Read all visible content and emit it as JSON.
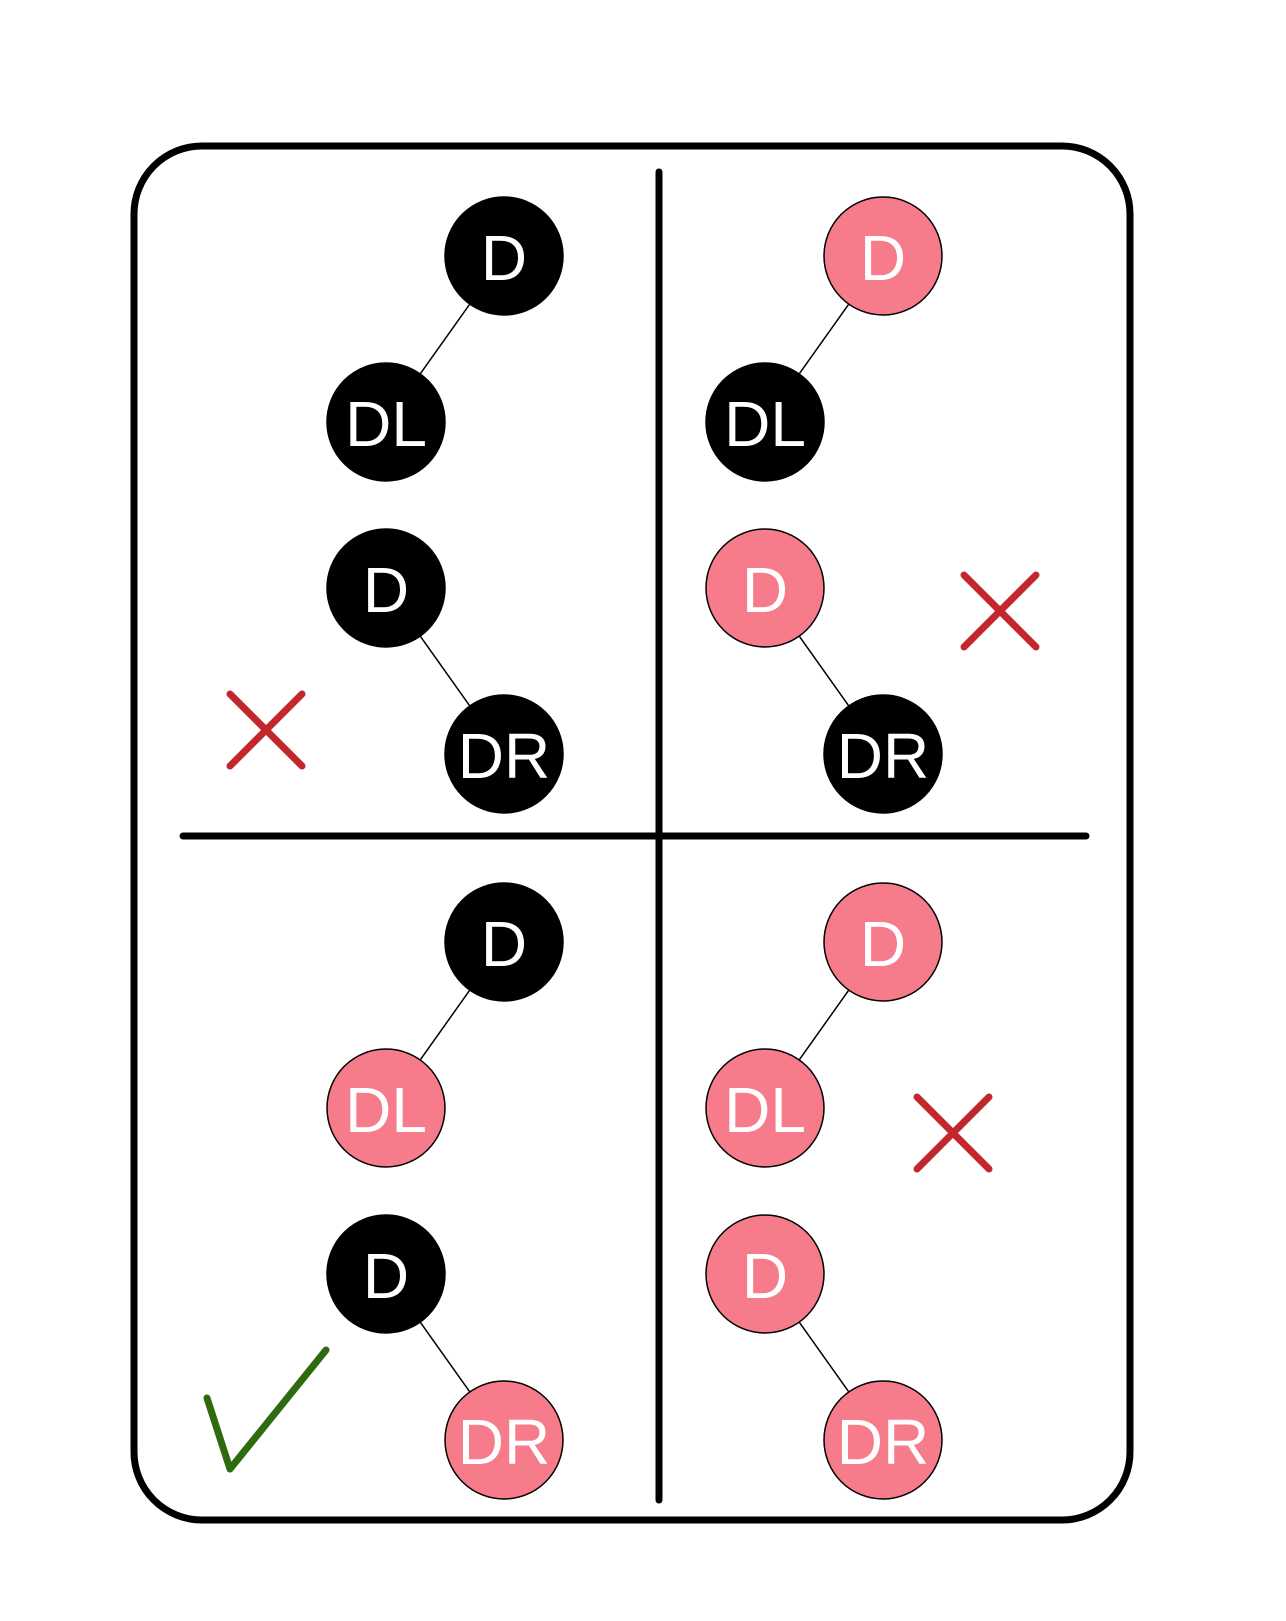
{
  "colors": {
    "black_node": "#000000",
    "red_node": "#f67b8b",
    "node_text": "#ffffff",
    "cross": "#c1272d",
    "check": "#2e6b0f",
    "frame": "#000000"
  },
  "quadrants": [
    {
      "id": "top-left",
      "verdict": "cross",
      "trees": [
        {
          "parent": {
            "label": "D",
            "color": "black"
          },
          "child": {
            "label": "DL",
            "color": "black",
            "side": "left"
          }
        },
        {
          "parent": {
            "label": "D",
            "color": "black"
          },
          "child": {
            "label": "DR",
            "color": "black",
            "side": "right"
          }
        }
      ]
    },
    {
      "id": "top-right",
      "verdict": "cross",
      "trees": [
        {
          "parent": {
            "label": "D",
            "color": "red"
          },
          "child": {
            "label": "DL",
            "color": "black",
            "side": "left"
          }
        },
        {
          "parent": {
            "label": "D",
            "color": "red"
          },
          "child": {
            "label": "DR",
            "color": "black",
            "side": "right"
          }
        }
      ]
    },
    {
      "id": "bottom-left",
      "verdict": "check",
      "trees": [
        {
          "parent": {
            "label": "D",
            "color": "black"
          },
          "child": {
            "label": "DL",
            "color": "red",
            "side": "left"
          }
        },
        {
          "parent": {
            "label": "D",
            "color": "black"
          },
          "child": {
            "label": "DR",
            "color": "red",
            "side": "right"
          }
        }
      ]
    },
    {
      "id": "bottom-right",
      "verdict": "cross",
      "trees": [
        {
          "parent": {
            "label": "D",
            "color": "red"
          },
          "child": {
            "label": "DL",
            "color": "red",
            "side": "left"
          }
        },
        {
          "parent": {
            "label": "D",
            "color": "red"
          },
          "child": {
            "label": "DR",
            "color": "red",
            "side": "right"
          }
        }
      ]
    }
  ]
}
